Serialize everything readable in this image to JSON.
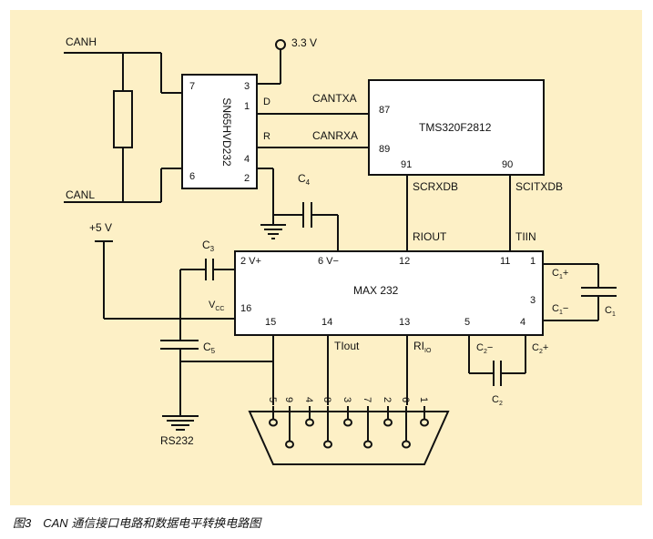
{
  "colors": {
    "background": "#fdf0c6",
    "line": "#111111"
  },
  "nets": {
    "canh": "CANH",
    "canl": "CANL",
    "vcc33": "3.3 V",
    "vcc5": "+5 V",
    "cantxa": "CANTXA",
    "canrxa": "CANRXA",
    "scrxdb": "SCRXDB",
    "scitxdb": "SCITXDB",
    "riout": "RIOUT",
    "tiin": "TIIN",
    "tiout": "TIout",
    "ri": "RI",
    "ri_sub": "IO"
  },
  "transceiver": {
    "name": "SN65HVD232",
    "pins": {
      "p7": "7",
      "p3": "3",
      "p1": "1",
      "p4": "4",
      "p6": "6",
      "p2": "2"
    },
    "labels": {
      "d": "D",
      "r": "R"
    }
  },
  "dsp": {
    "name": "TMS320F2812",
    "pins": {
      "p87": "87",
      "p89": "89",
      "p91": "91",
      "p90": "90"
    }
  },
  "max232": {
    "name": "MAX 232",
    "labels": {
      "v2plus": "2 V+",
      "v6minus": "6 V−",
      "vcc": "V",
      "vcc_sub": "CC"
    },
    "pins": {
      "p12": "12",
      "p11": "11",
      "p1": "1",
      "p3": "3",
      "p16": "16",
      "p15": "15",
      "p14": "14",
      "p13": "13",
      "p5": "5",
      "p4": "4"
    }
  },
  "caps": {
    "c4": "C",
    "c4_sub": "4",
    "c3": "C",
    "c3_sub": "3",
    "c5": "C",
    "c5_sub": "5",
    "c1": "C",
    "c1_sub": "1",
    "c1_plus": "+",
    "c1_minus": "−",
    "c2": "C",
    "c2_sub": "2",
    "c2_plus": "+",
    "c2_minus": "−"
  },
  "connector": {
    "pins": [
      "5",
      "9",
      "4",
      "8",
      "3",
      "7",
      "2",
      "6",
      "1"
    ],
    "label": "RS232"
  },
  "caption": "图3　CAN 通信接口电路和数据电平转换电路图"
}
